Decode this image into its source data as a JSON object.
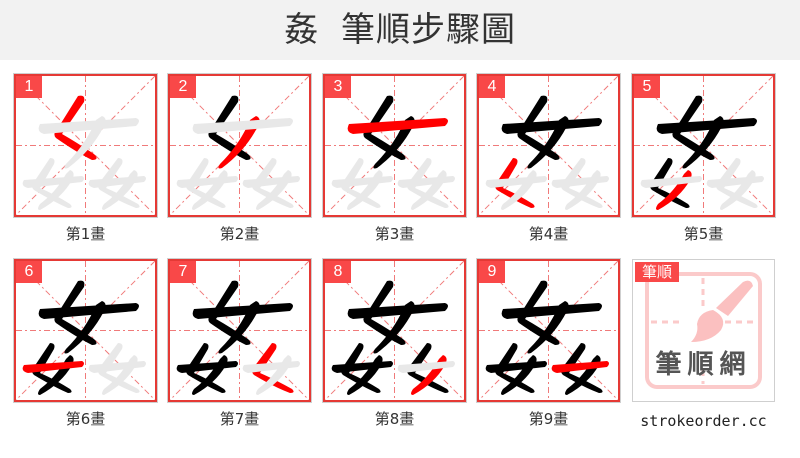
{
  "header": {
    "character": "姦",
    "title": "筆順步驟圖"
  },
  "colors": {
    "accent": "#f94848",
    "box_border": "#e53935",
    "guide_line": "#f07a7a",
    "ghost": "#e8e8e8",
    "ink": "#000000",
    "active_stroke": "#ff0000",
    "header_bg": "#f2f2f2"
  },
  "steps": [
    {
      "number": "1",
      "caption": "第1畫"
    },
    {
      "number": "2",
      "caption": "第2畫"
    },
    {
      "number": "3",
      "caption": "第3畫"
    },
    {
      "number": "4",
      "caption": "第4畫"
    },
    {
      "number": "5",
      "caption": "第5畫"
    },
    {
      "number": "6",
      "caption": "第6畫"
    },
    {
      "number": "7",
      "caption": "第7畫"
    },
    {
      "number": "8",
      "caption": "第8畫"
    },
    {
      "number": "9",
      "caption": "第9畫"
    }
  ],
  "logo": {
    "badge": "筆順",
    "name": "筆順網",
    "icon": "brush-icon",
    "site": "strokeorder.cc"
  }
}
